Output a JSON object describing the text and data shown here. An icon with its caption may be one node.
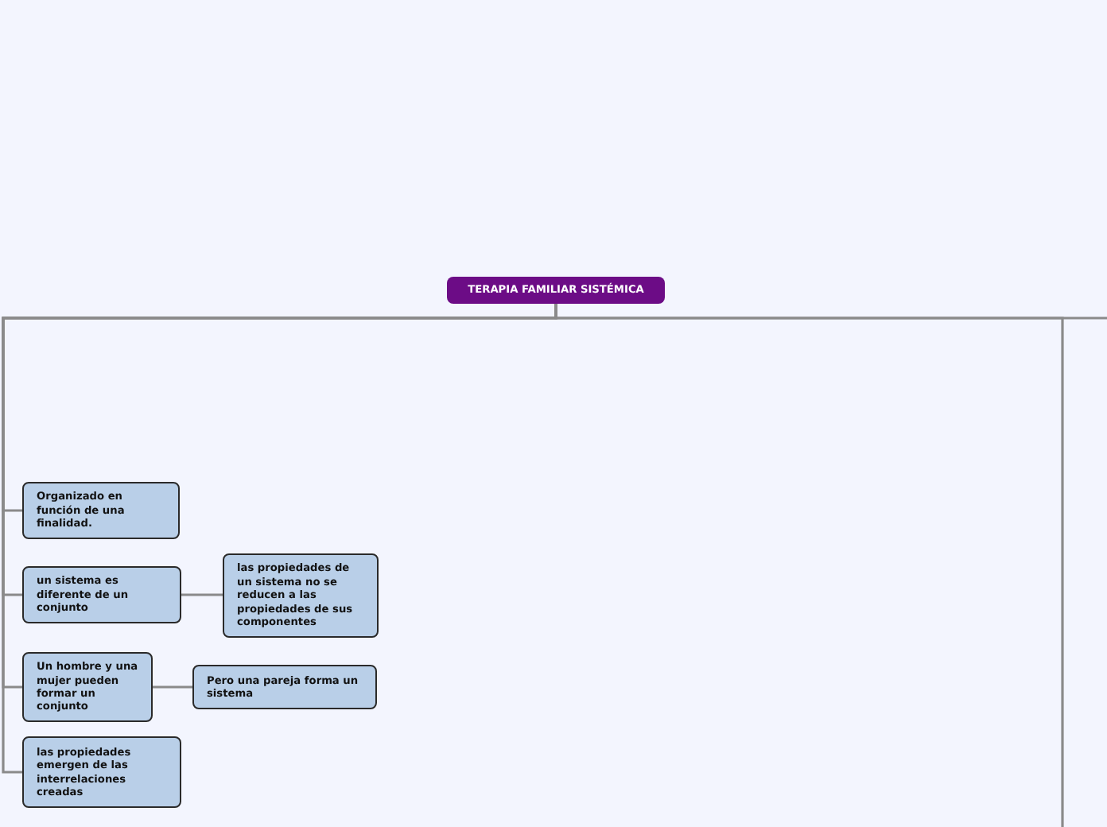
{
  "diagram": {
    "nodes": [
      {
        "text": [
          "TERAPIA FAMILIAR SISTÉMICA"
        ]
      },
      {
        "text": [
          "Organizado en función de una finalidad."
        ]
      },
      {
        "text": [
          "un sistema es diferente de un conjunto"
        ]
      },
      {
        "text": [
          "las propiedades de un sistema no se reducen a las propiedades de sus componentes"
        ]
      },
      {
        "text": [
          "Un hombre y una mujer pueden formar un conjunto"
        ]
      },
      {
        "text": [
          "Pero una pareja forma un sistema"
        ]
      },
      {
        "text": [
          "las propiedades emergen de las interrelaciones creadas"
        ]
      }
    ],
    "edges": [
      {
        "from": 0,
        "to": 1,
        "arrow": "none"
      },
      {
        "from": 0,
        "to": 2,
        "arrow": "none"
      },
      {
        "from": 0,
        "to": 4,
        "arrow": "none"
      },
      {
        "from": 0,
        "to": 6,
        "arrow": "none"
      },
      {
        "from": 2,
        "to": 3,
        "arrow": "none"
      },
      {
        "from": 4,
        "to": 5,
        "arrow": "none"
      },
      {
        "from": 0,
        "to": null,
        "arrow": "none"
      },
      {
        "from": 0,
        "to": null,
        "arrow": "none"
      }
    ]
  }
}
